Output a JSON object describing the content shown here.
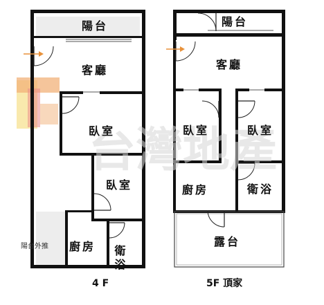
{
  "floors": [
    {
      "caption": "4 F",
      "rooms": {
        "balcony": "陽台",
        "living": "客廳",
        "bedroom1": "臥室",
        "bedroom2": "臥室",
        "kitchen": "廚房",
        "bath": "衛浴",
        "balcony_push": "陽台外推"
      }
    },
    {
      "caption": "5F 頂家",
      "rooms": {
        "balcony": "陽台",
        "living": "客廳",
        "bedroom1": "臥室",
        "bedroom2": "臥室",
        "kitchen": "廚房",
        "bath": "衛浴",
        "terrace": "露台"
      }
    }
  ],
  "watermark": "台灣地產",
  "colors": {
    "wall": "#111111",
    "entry_arrow": "#e8913a",
    "balcony_hatch": "#ededed",
    "logo_orange": "#f2b27a",
    "logo_yellow": "#f7e08a",
    "logo_red": "#e98a8a"
  }
}
